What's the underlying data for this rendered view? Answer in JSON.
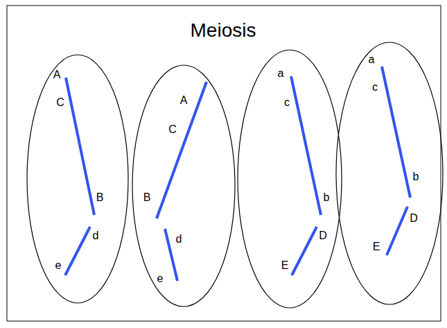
{
  "diagram": {
    "title": "Meiosis",
    "nodes": [
      {
        "text": [
          "A",
          "C",
          "B",
          "d",
          "e"
        ]
      },
      {
        "text": [
          "A",
          "C",
          "B",
          "d",
          "e"
        ]
      },
      {
        "text": [
          "a",
          "c",
          "b",
          "D",
          "E"
        ]
      },
      {
        "text": [
          "a",
          "c",
          "b",
          "D",
          "E"
        ]
      }
    ]
  }
}
